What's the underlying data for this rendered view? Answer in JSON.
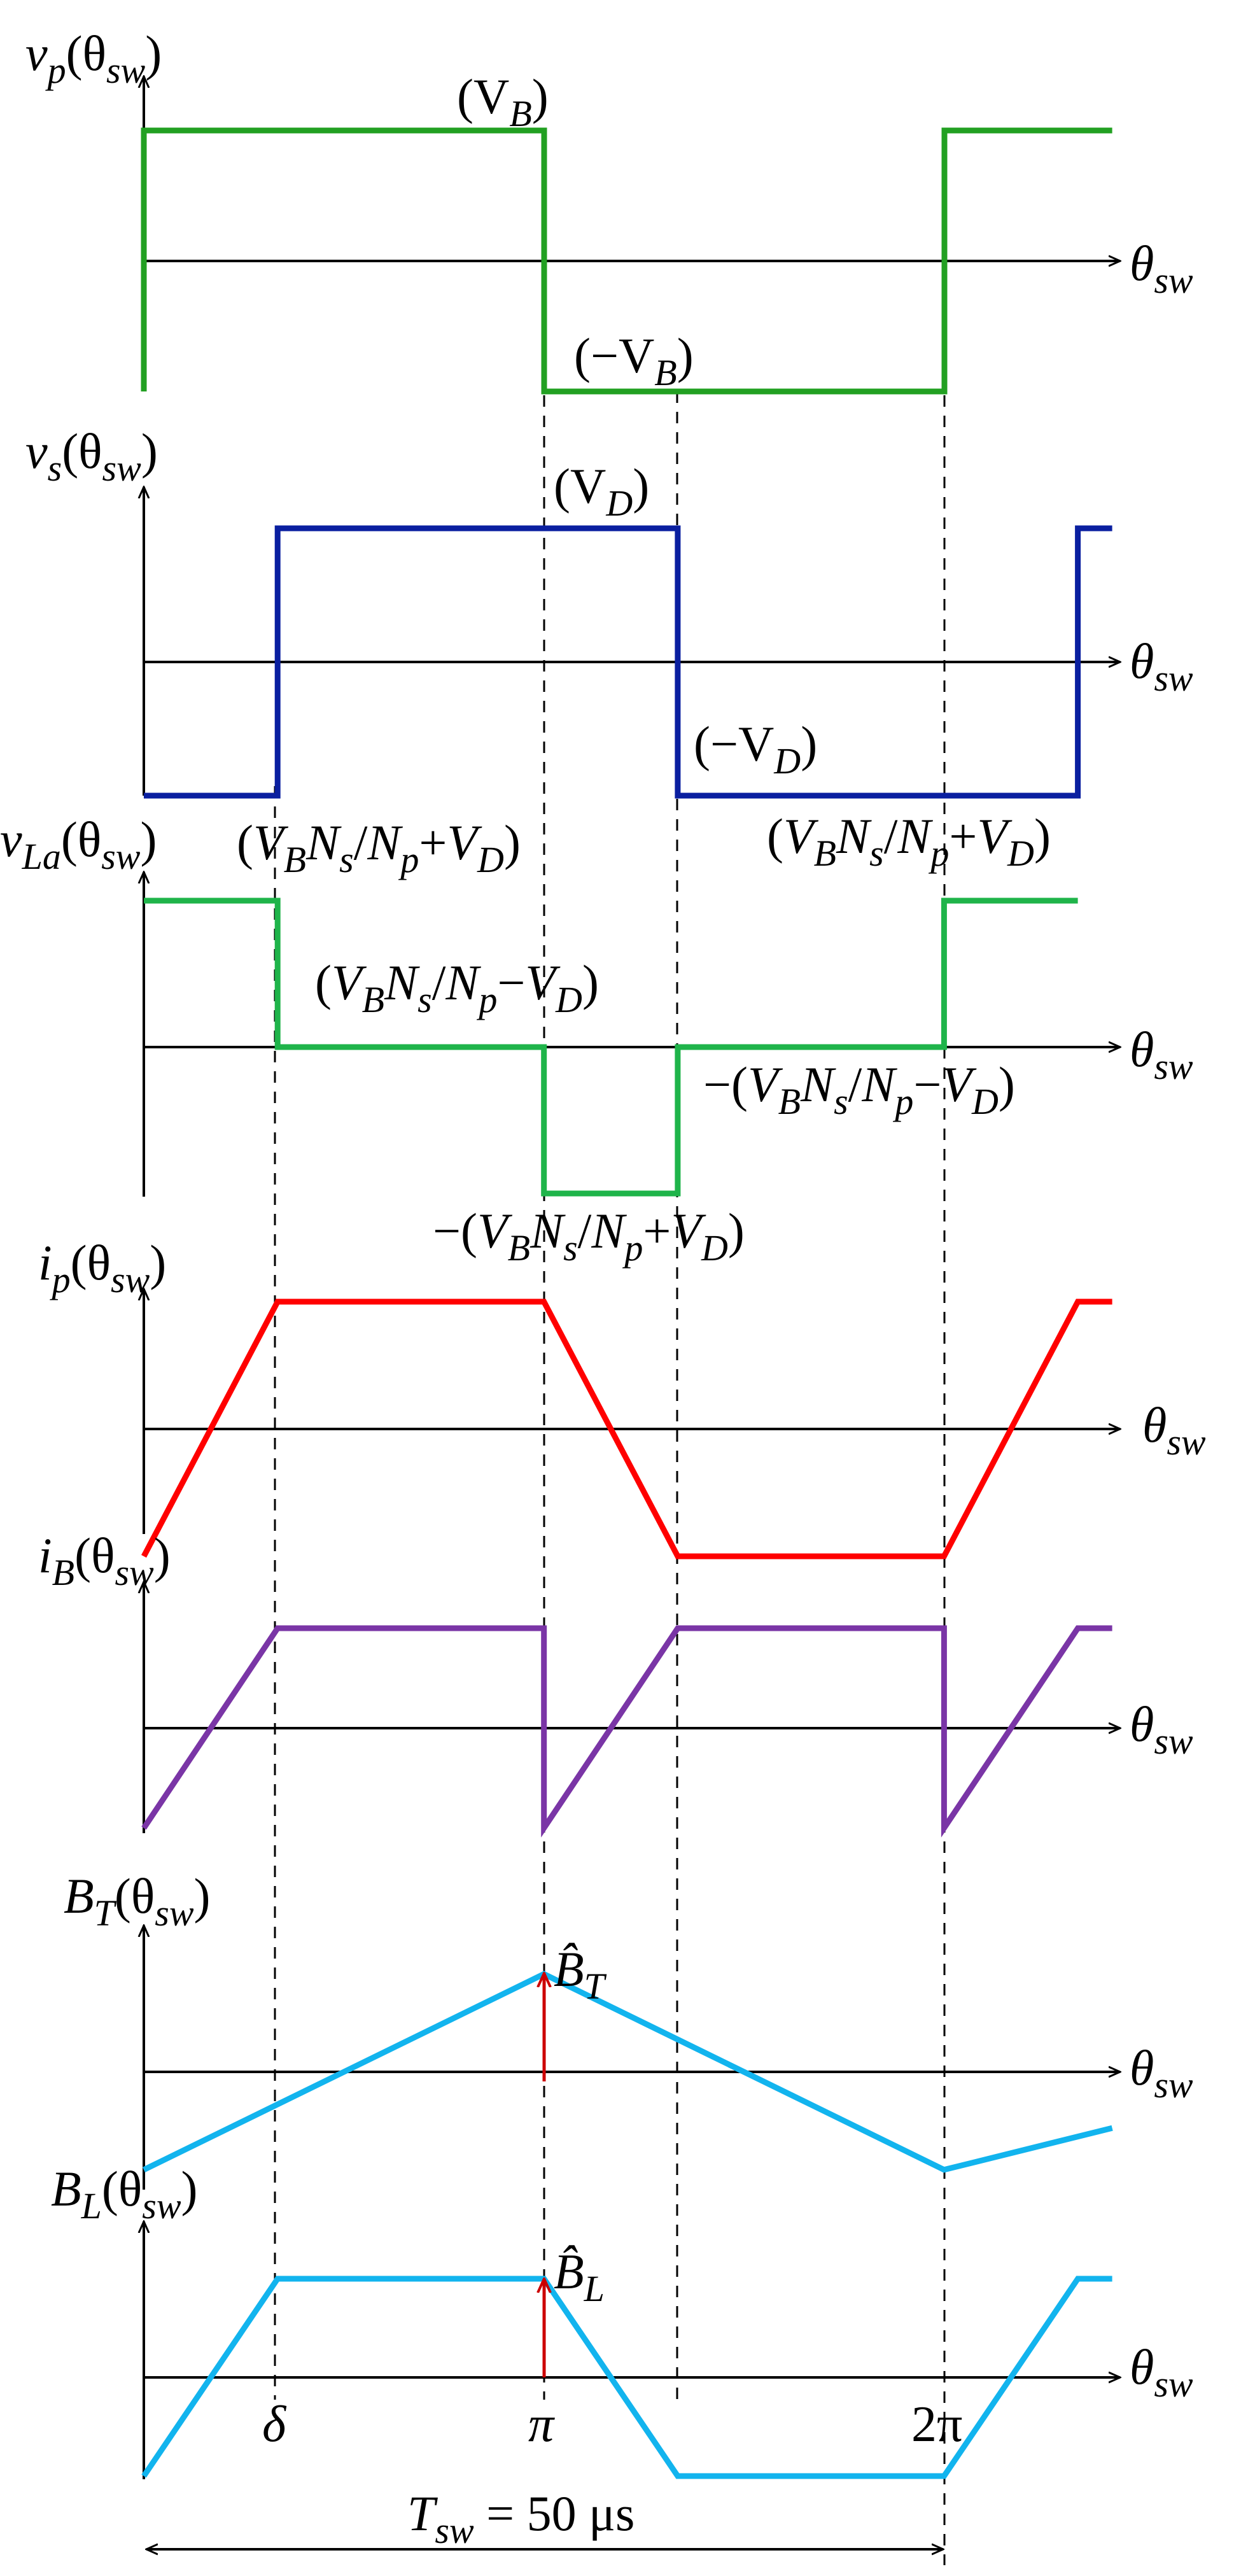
{
  "colors": {
    "vp": "#22a022",
    "vs": "#0a1fa0",
    "vLa": "#1fb44a",
    "ip": "#ff0000",
    "iB": "#7a35a6",
    "BT": "#12b4ee",
    "BL": "#12b4ee",
    "peak_marker": "#cc0000"
  },
  "panels": [
    {
      "id": "vp",
      "label_main": "v",
      "label_sub": "p",
      "label_arg": "(θ",
      "label_arg_sub": "sw",
      "label_close": ")",
      "levels": {
        "high": "(V",
        "high_sub": "B",
        "high_close": ")",
        "low": "(−V",
        "low_sub": "B",
        "low_close": ")"
      },
      "waveform": [
        [
          0,
          1
        ],
        [
          3.1416,
          1
        ],
        [
          3.1416,
          -1
        ],
        [
          6.2832,
          -1
        ],
        [
          6.2832,
          1
        ],
        [
          7.6,
          1
        ]
      ],
      "start": -1
    },
    {
      "id": "vs",
      "label_main": "v",
      "label_sub": "s",
      "levels": {
        "high": "(V",
        "high_sub": "D",
        "high_close": ")",
        "low": "(−V",
        "low_sub": "D",
        "low_close": ")"
      },
      "waveform": [
        [
          0,
          -1
        ],
        [
          1.05,
          -1
        ],
        [
          1.05,
          1
        ],
        [
          4.19,
          1
        ],
        [
          4.19,
          -1
        ],
        [
          7.33,
          -1
        ],
        [
          7.33,
          1
        ],
        [
          7.6,
          1
        ]
      ]
    },
    {
      "id": "vLa",
      "label_main": "v",
      "label_sub": "La",
      "levels": {
        "a": "(V",
        "a_sub1": "B",
        "a_mid": "N",
        "a_sub2": "s",
        "a_div": "/N",
        "a_sub3": "p",
        "a_plus": "+V",
        "a_sub4": "D",
        "a_close": ")",
        "minus_text": "−V",
        "neg_prefix": "−"
      },
      "waveform": [
        [
          0,
          1
        ],
        [
          1.05,
          1
        ],
        [
          1.05,
          0
        ],
        [
          3.14,
          0
        ],
        [
          3.14,
          -1
        ],
        [
          4.19,
          -1
        ],
        [
          4.19,
          0
        ],
        [
          6.28,
          0
        ],
        [
          6.28,
          1
        ],
        [
          7.33,
          1
        ]
      ]
    },
    {
      "id": "ip",
      "label_main": "i",
      "label_sub": "p",
      "waveform": [
        [
          0,
          -1
        ],
        [
          1.05,
          1
        ],
        [
          3.14,
          1
        ],
        [
          4.19,
          -1
        ],
        [
          6.28,
          -1
        ],
        [
          7.33,
          1
        ],
        [
          7.6,
          1
        ]
      ]
    },
    {
      "id": "iB",
      "label_main": "i",
      "label_sub": "B",
      "waveform": [
        [
          0,
          -1
        ],
        [
          1.05,
          1
        ],
        [
          3.14,
          1
        ],
        [
          3.14,
          -1
        ],
        [
          4.19,
          1
        ],
        [
          6.28,
          1
        ],
        [
          6.28,
          -1
        ],
        [
          7.33,
          1
        ],
        [
          7.6,
          1
        ]
      ]
    },
    {
      "id": "BT",
      "label_main": "B",
      "label_sub": "T",
      "peak": "B̂",
      "peak_sub": "T",
      "waveform": [
        [
          0,
          -0.75
        ],
        [
          3.14,
          0.75
        ],
        [
          6.28,
          -0.75
        ],
        [
          7.6,
          -0.43
        ]
      ]
    },
    {
      "id": "BL",
      "label_main": "B",
      "label_sub": "L",
      "peak": "B̂",
      "peak_sub": "L",
      "waveform": [
        [
          0,
          -1
        ],
        [
          1.05,
          1
        ],
        [
          3.14,
          1
        ],
        [
          4.19,
          -1
        ],
        [
          6.28,
          -1
        ],
        [
          7.33,
          1
        ],
        [
          7.6,
          1
        ]
      ]
    }
  ],
  "axis_label": {
    "main": "θ",
    "sub": "sw"
  },
  "ticks": {
    "delta": "δ",
    "pi": "π",
    "two_pi": "2π"
  },
  "period": {
    "prefix": "T",
    "prefix_sub": "sw",
    "value": " = 50 μs"
  }
}
